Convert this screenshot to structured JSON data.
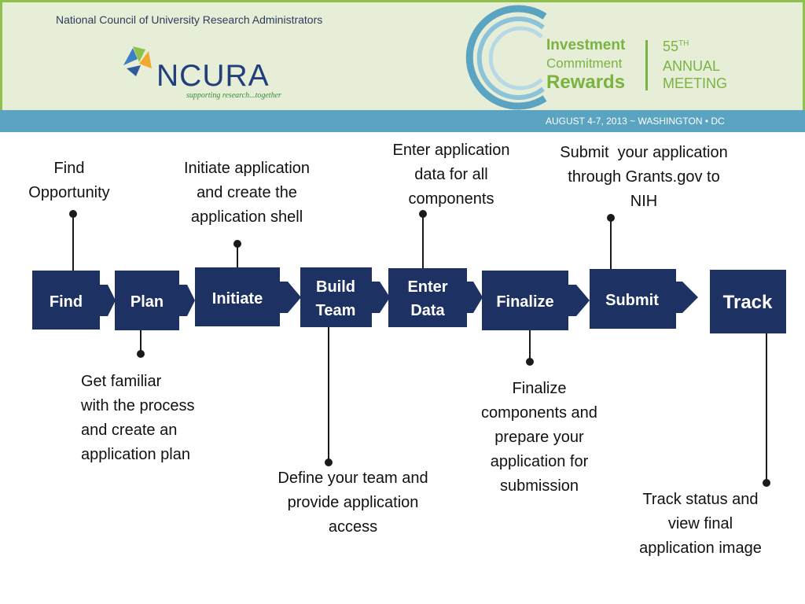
{
  "header": {
    "org_name": "National Council of University Research Administrators",
    "logo_text": "NCURA",
    "tagline": "supporting research...together",
    "meeting_line1": "Investment",
    "meeting_line2": "Commitment",
    "meeting_line3": "Rewards",
    "annual_superscript": "TH",
    "annual_number": "55",
    "annual_line2": "ANNUAL",
    "annual_line3": "MEETING",
    "date_location": "AUGUST 4-7, 2013 ~ WASHINGTON • DC"
  },
  "steps": [
    {
      "label": "Find"
    },
    {
      "label": "Plan"
    },
    {
      "label": "Initiate"
    },
    {
      "lines": [
        "Build",
        "Team"
      ]
    },
    {
      "lines": [
        "Enter",
        "Data"
      ]
    },
    {
      "label": "Finalize"
    },
    {
      "label": "Submit"
    },
    {
      "label": "Track"
    }
  ],
  "descriptions": {
    "find": [
      "Find",
      "Opportunity"
    ],
    "plan": [
      "Get familiar",
      "with the process",
      "and create an",
      "application plan"
    ],
    "initiate": [
      "Initiate application",
      "and create the",
      "application shell"
    ],
    "build_team": [
      "Define your team and",
      "provide application",
      "access"
    ],
    "enter_data": [
      "Enter application",
      "data for all",
      "components"
    ],
    "finalize": [
      "Finalize",
      "components and",
      "prepare your",
      "application for",
      "submission"
    ],
    "submit": [
      "Submit  your application",
      "through Grants.gov to",
      "NIH"
    ],
    "track": [
      "Track status and",
      "view final",
      "application image"
    ]
  },
  "colors": {
    "box": "#1e3163",
    "arrow": "#1e3163",
    "header_bg": "#e6eed8",
    "band": "#5aa4c2",
    "accent_green": "#7ab340"
  }
}
